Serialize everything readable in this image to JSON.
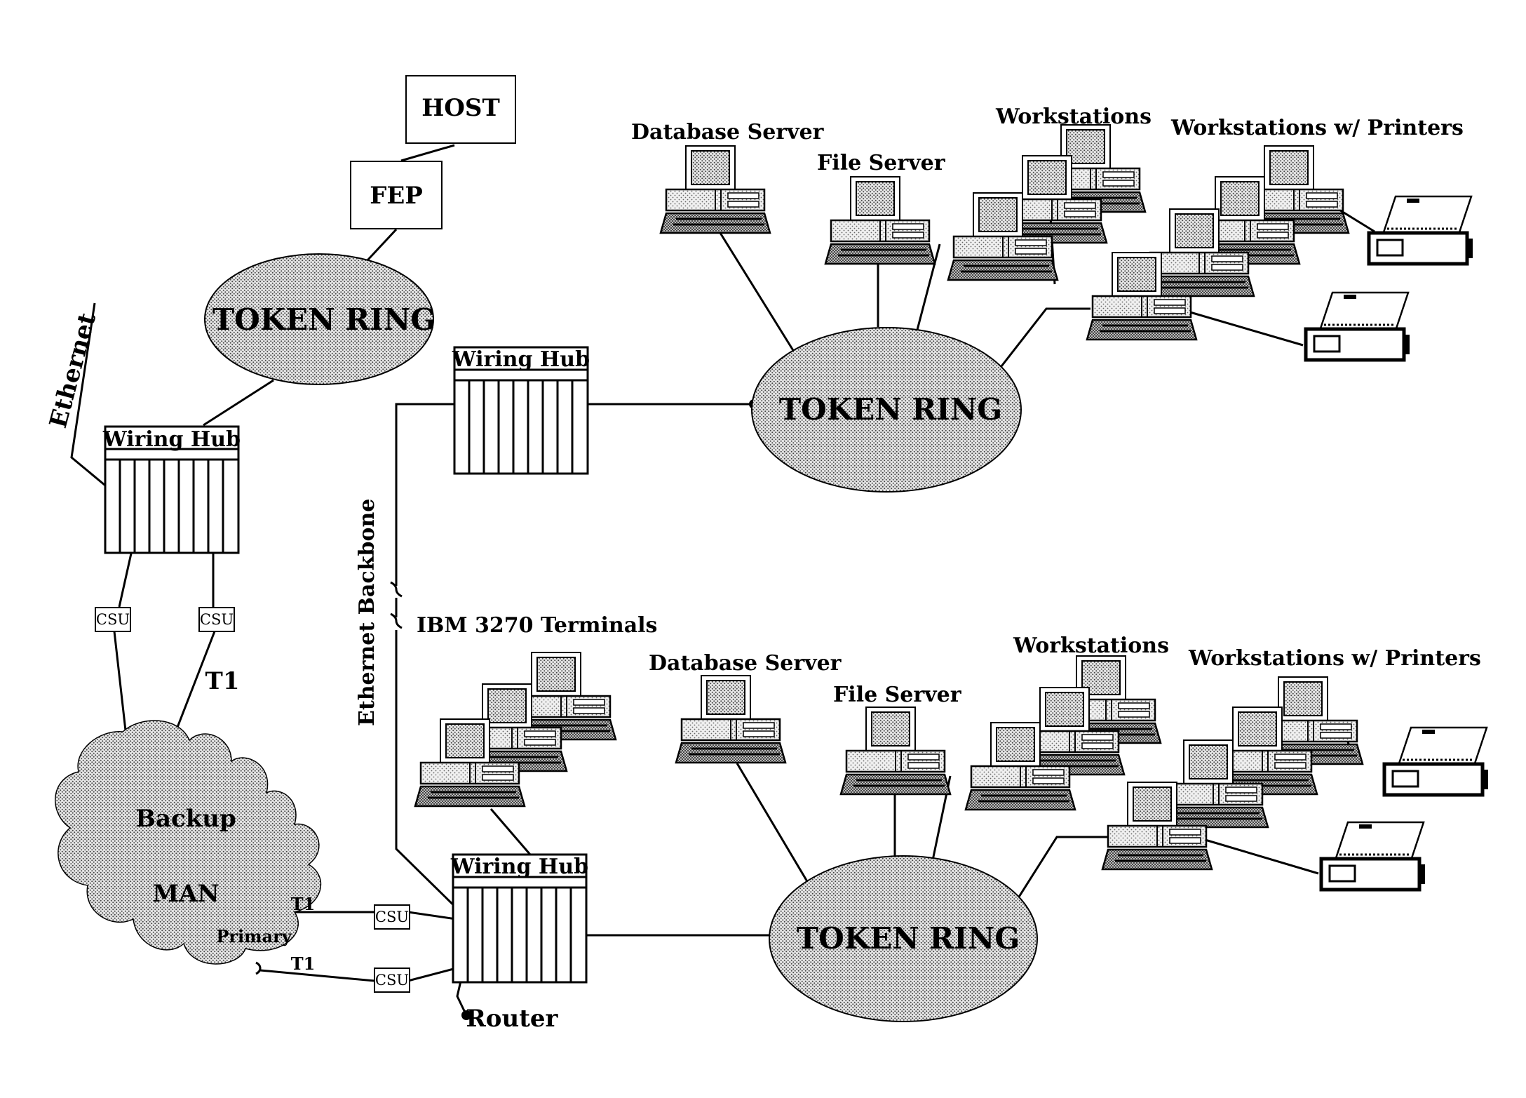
{
  "labels": {
    "host": "HOST",
    "fep": "FEP",
    "ethernet": "Ethernet",
    "ethernet_backbone": "Ethernet Backbone",
    "ibm_terminals": "IBM 3270 Terminals",
    "backup": "Backup",
    "man": "MAN",
    "primary": "Primary",
    "t1": "T1",
    "router": "Router"
  },
  "token_ring_label": "TOKEN RING",
  "wiring_hub_label": "Wiring Hub",
  "csu_label": "CSU",
  "upper_lan": {
    "database_server": "Database Server",
    "file_server": "File Server",
    "workstations": "Workstations",
    "workstations_printers": "Workstations w/ Printers"
  },
  "lower_lan": {
    "database_server": "Database Server",
    "file_server": "File Server",
    "workstations": "Workstations",
    "workstations_printers": "Workstations w/ Printers"
  }
}
